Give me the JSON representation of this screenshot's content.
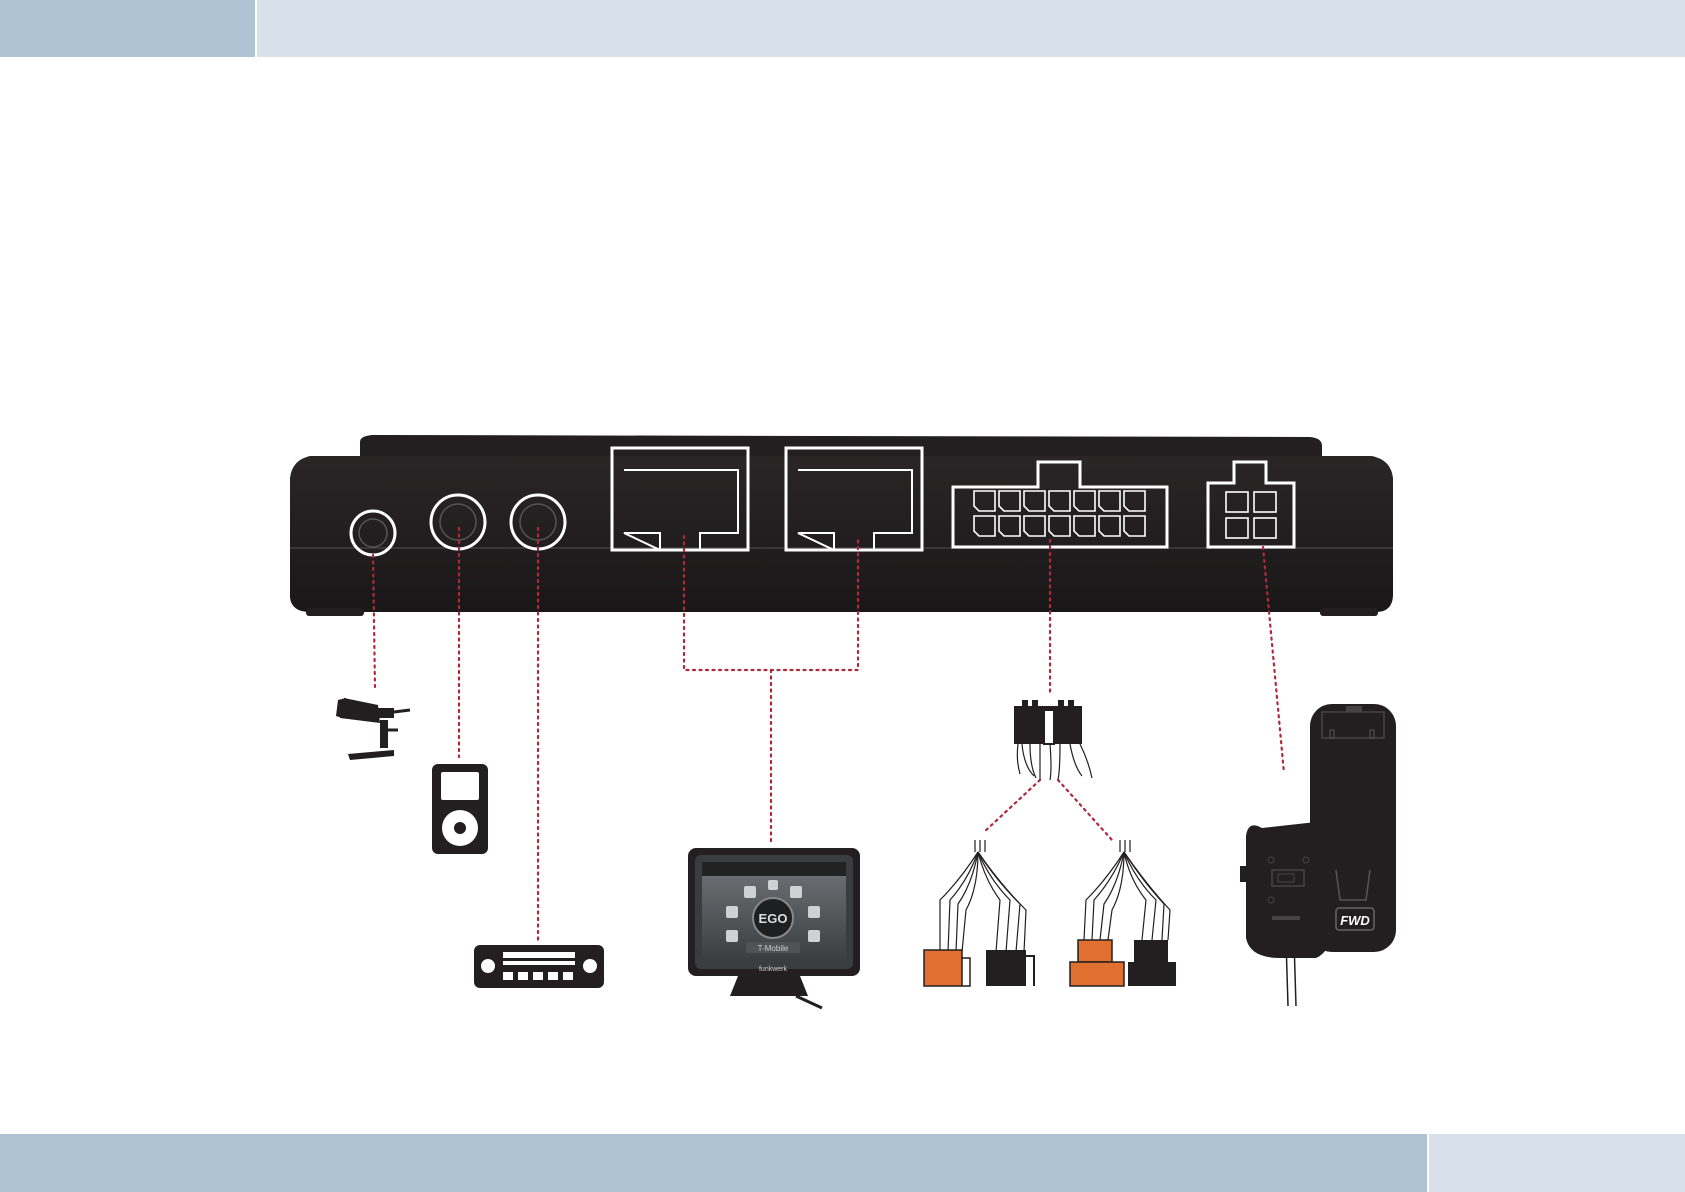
{
  "diagram": {
    "components": {
      "microphone": "microphone-icon",
      "music_player": "music-player-icon",
      "car_radio": "car-radio-icon",
      "display_unit": "display-icon",
      "iso_harness": "iso-harness-icon",
      "phone_cradle": "phone-cradle-icon"
    },
    "display_screen": {
      "center_label": "EGO",
      "carrier_label": "T-Mobile",
      "brand_label": "funkwerk"
    },
    "cradle_logo": "FWD"
  },
  "colors": {
    "device_body": "#231f20",
    "connection_line": "#b0283a",
    "iso_connector_orange": "#e07030",
    "top_bar_dark": "#b0c3d4",
    "top_bar_light": "#d8e0e9"
  }
}
